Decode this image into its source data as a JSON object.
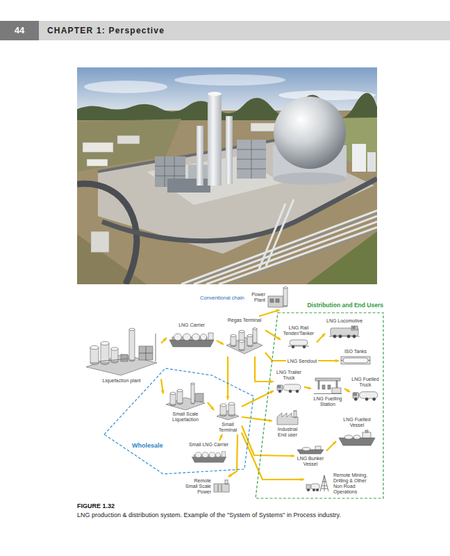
{
  "diagram": {
    "caption": "LNG production & distribution system. Example of the \"System of Systems\" in Process industry.",
    "nodes": [
      {
        "text": [
          "Liquefaction plant"
        ]
      },
      {
        "text": [
          "LNG Carrier"
        ]
      },
      {
        "text": [
          "Regas Terminal"
        ]
      },
      {
        "text": [
          "Power Plant"
        ]
      },
      {
        "text": [
          "Wholesale"
        ]
      },
      {
        "text": [
          "Small Scale Liquefaction"
        ],
        "in": 4
      },
      {
        "text": [
          "Small Terminal"
        ],
        "in": 4
      },
      {
        "text": [
          "Small LNG Carrier"
        ],
        "in": 4
      },
      {
        "text": [
          "Distribution and End Users"
        ]
      },
      {
        "text": [
          "LNG Rail Tender/Tanker"
        ],
        "in": 8
      },
      {
        "text": [
          "LNG Locomotive"
        ],
        "in": 8
      },
      {
        "text": [
          "ISO Tanks"
        ],
        "in": 8
      },
      {
        "text": [
          "LNG Trailer Truck"
        ],
        "in": 8
      },
      {
        "text": [
          "LNG Fuelling Station"
        ],
        "in": 8
      },
      {
        "text": [
          "LNG Fuelled Truck"
        ],
        "in": 8
      },
      {
        "text": [
          "Industrial End user"
        ],
        "in": 8
      },
      {
        "text": [
          "LNG Fuelled Vessel"
        ],
        "in": 8
      },
      {
        "text": [
          "LNG Bunker Vessel"
        ],
        "in": 8
      },
      {
        "text": [
          "Remote Mining, Drilling & Other Non Road Operations"
        ],
        "in": 8
      },
      {
        "text": [
          "Remote Small Scale Power"
        ]
      }
    ],
    "edges": [
      {
        "from": 0,
        "to": 1,
        "arrow": "to"
      },
      {
        "from": 1,
        "to": 2,
        "arrow": "to"
      },
      {
        "from": 2,
        "to": 3,
        "arrow": "to"
      },
      {
        "from": 2,
        "to": 9,
        "arrow": "to"
      },
      {
        "from": 9,
        "to": 10,
        "arrow": "to"
      },
      {
        "from": 2,
        "to": 11,
        "label": "LNG Sendout",
        "arrow": "to"
      },
      {
        "from": 2,
        "to": 12,
        "arrow": "to"
      },
      {
        "from": 0,
        "to": 5,
        "arrow": "to"
      },
      {
        "from": 5,
        "to": 6,
        "arrow": "to"
      },
      {
        "from": 7,
        "to": 6,
        "arrow": "to"
      },
      {
        "from": 2,
        "to": 6,
        "arrow": "to"
      },
      {
        "from": 6,
        "to": 12,
        "arrow": "to"
      },
      {
        "from": 12,
        "to": 13,
        "arrow": "to"
      },
      {
        "from": 13,
        "to": 14,
        "arrow": "to"
      },
      {
        "from": 6,
        "to": 15,
        "arrow": "to"
      },
      {
        "from": 6,
        "to": 17,
        "arrow": "to"
      },
      {
        "from": 17,
        "to": 16,
        "arrow": "to"
      },
      {
        "from": 6,
        "to": 18,
        "arrow": "to"
      },
      {
        "from": 6,
        "to": 19,
        "arrow": "to"
      }
    ],
    "labels": [
      "44",
      "CHAPTER 1: Perspective",
      "Conventional chain",
      "FIGURE 1.32"
    ]
  }
}
